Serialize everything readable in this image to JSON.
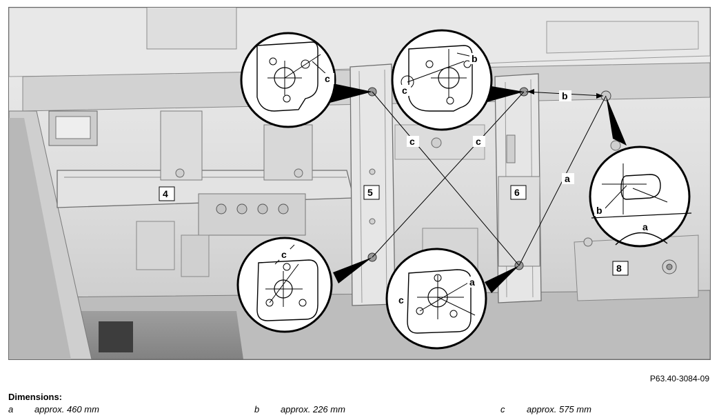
{
  "figure": {
    "part_numbers": [
      "4",
      "5",
      "6",
      "8"
    ],
    "letters": {
      "a": "a",
      "b": "b",
      "c": "c"
    }
  },
  "reference_code": "P63.40-3084-09",
  "dimensions": {
    "heading": "Dimensions:",
    "items": [
      {
        "key": "a",
        "value": "approx. 460 mm"
      },
      {
        "key": "b",
        "value": "approx. 226 mm"
      },
      {
        "key": "c",
        "value": "approx. 575 mm"
      }
    ]
  }
}
